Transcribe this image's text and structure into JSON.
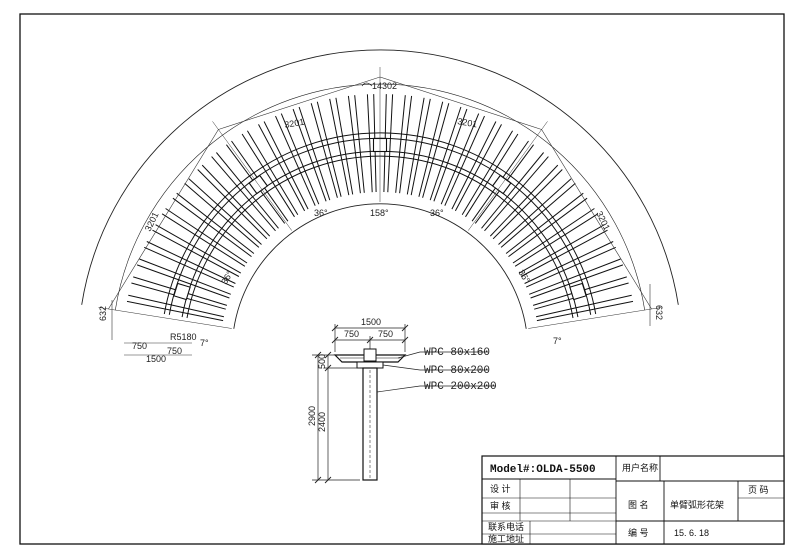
{
  "plan": {
    "arc_length": "14302",
    "chord_top_left": "3201",
    "chord_top_right": "3201",
    "chord_side_left": "3201",
    "chord_side_right": "3201",
    "angle_top_left": "36°",
    "angle_center": "158°",
    "angle_top_right": "36°",
    "angle_side_left": "36°",
    "angle_side_right": "36°",
    "angle_end_left": "7°",
    "angle_end_right": "7°",
    "end_width_left": "632",
    "end_width_right": "632",
    "radius": "R5180",
    "bottom_half_left": "750",
    "bottom_half_right": "750",
    "bottom_total": "1500"
  },
  "section": {
    "top_total": "1500",
    "top_half_left": "750",
    "top_half_right": "750",
    "beam_height": "500",
    "overall_height": "2900",
    "post_height": "2400",
    "labels": [
      "WPC 80x160",
      "WPC 80x200",
      "WPC 200x200"
    ]
  },
  "title_block": {
    "model": "Model#:OLDA-5500",
    "client_label": "用户名称",
    "design_label": "设  计",
    "review_label": "审  核",
    "drawing_name_label": "图  名",
    "drawing_name": "单臂弧形花架",
    "page_label": "页 码",
    "contact_label": "联系电话",
    "address_label": "施工地址",
    "number_label": "编  号",
    "date": "15. 6. 18"
  }
}
